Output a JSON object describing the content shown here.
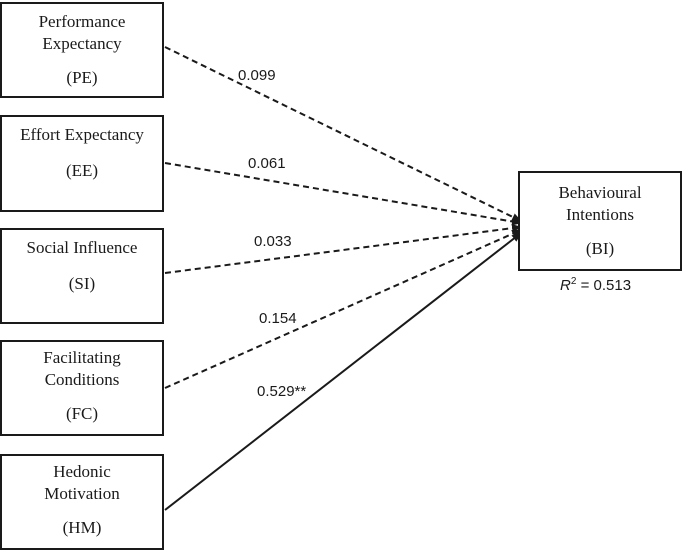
{
  "constructs": {
    "pe": {
      "line1": "Performance",
      "line2": "Expectancy",
      "abbr": "(PE)"
    },
    "ee": {
      "line1": "Effort Expectancy",
      "abbr": "(EE)"
    },
    "si": {
      "line1": "Social Influence",
      "abbr": "(SI)"
    },
    "fc": {
      "line1": "Facilitating",
      "line2": "Conditions",
      "abbr": "(FC)"
    },
    "hm": {
      "line1": "Hedonic",
      "line2": "Motivation",
      "abbr": "(HM)"
    },
    "bi": {
      "line1": "Behavioural",
      "line2": "Intentions",
      "abbr": "(BI)"
    }
  },
  "paths": [
    {
      "from": "PE",
      "to": "BI",
      "coefficient": "0.099",
      "style": "dashed"
    },
    {
      "from": "EE",
      "to": "BI",
      "coefficient": "0.061",
      "style": "dashed"
    },
    {
      "from": "SI",
      "to": "BI",
      "coefficient": "0.033",
      "style": "dashed"
    },
    {
      "from": "FC",
      "to": "BI",
      "coefficient": "0.154",
      "style": "dashed"
    },
    {
      "from": "HM",
      "to": "BI",
      "coefficient": "0.529**",
      "style": "solid"
    }
  ],
  "r_squared": {
    "symbol": "R",
    "exponent": "2",
    "text": "= 0.513"
  },
  "colors": {
    "line": "#1a1a1a",
    "background": "#ffffff"
  }
}
